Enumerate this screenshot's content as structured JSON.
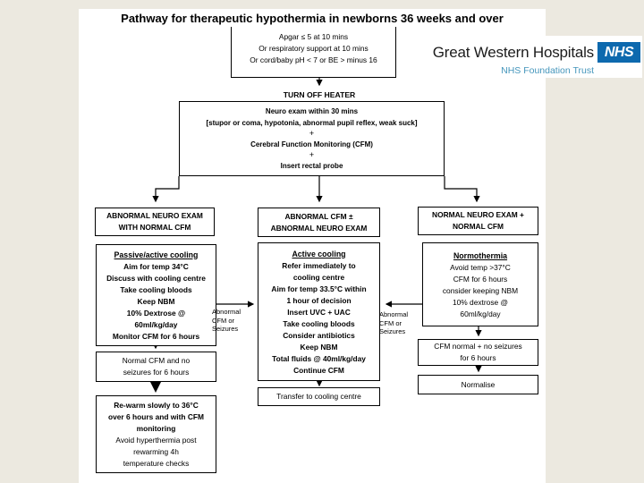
{
  "title": "Pathway for therapeutic hypothermia in newborns 36 weeks and over",
  "logo": {
    "hospital_name": "Great Western Hospitals",
    "nhs_acronym": "NHS",
    "trust_name": "NHS Foundation Trust",
    "nhs_blue": "#0d69ae",
    "trust_text_color": "#4596bc"
  },
  "flow": {
    "entry": {
      "lines": [
        "Apgar ≤ 5 at 10 mins",
        "Or respiratory support at 10 mins",
        "Or cord/baby pH < 7 or BE > minus 16"
      ]
    },
    "heater": "TURN OFF HEATER",
    "assessment": {
      "lines": [
        "Neuro exam within 30 mins",
        "[stupor or coma, hypotonia, abnormal pupil reflex, weak suck]",
        "+",
        "Cerebral Function Monitoring (CFM)",
        "+",
        "Insert rectal probe"
      ]
    },
    "col_left": {
      "header": [
        "ABNORMAL NEURO EXAM",
        "WITH NORMAL CFM"
      ],
      "plan_title": "Passive/active cooling",
      "plan_lines": [
        "Aim for temp 34°C",
        "Discuss with cooling centre",
        "Take cooling bloods",
        "Keep NBM",
        "10% Dextrose @",
        "60ml/kg/day",
        "Monitor CFM for 6 hours"
      ],
      "outcome": [
        "Normal CFM and no",
        "seizures for 6 hours"
      ],
      "rewarm_bold": [
        "Re-warm slowly to 36°C",
        "over 6 hours and with CFM",
        "monitoring"
      ],
      "rewarm_rest": [
        "Avoid hyperthermia post",
        "rewarming 4h",
        "temperature checks"
      ]
    },
    "col_mid": {
      "header": [
        "ABNORMAL CFM ±",
        "ABNORMAL NEURO EXAM"
      ],
      "plan_title": "Active cooling",
      "plan_lines": [
        "Refer immediately to",
        "cooling centre",
        "Aim for temp 33.5°C within",
        "1 hour of decision",
        "Insert UVC + UAC",
        "Take cooling bloods",
        "Consider antibiotics",
        "Keep NBM",
        "Total fluids @ 40ml/kg/day",
        "Continue CFM"
      ],
      "transfer": "Transfer to cooling centre"
    },
    "col_right": {
      "header": [
        "NORMAL NEURO EXAM +",
        "NORMAL CFM"
      ],
      "plan_title": "Normothermia",
      "plan_lines": [
        "Avoid temp >37°C",
        "CFM for 6 hours",
        "consider keeping NBM",
        "10% dextrose @",
        "60ml/kg/day"
      ],
      "outcome": [
        "CFM normal + no seizures",
        "for 6 hours"
      ],
      "normalise": "Normalise"
    },
    "escalation_label": [
      "Abnormal",
      "CFM or",
      "Seizures"
    ]
  }
}
